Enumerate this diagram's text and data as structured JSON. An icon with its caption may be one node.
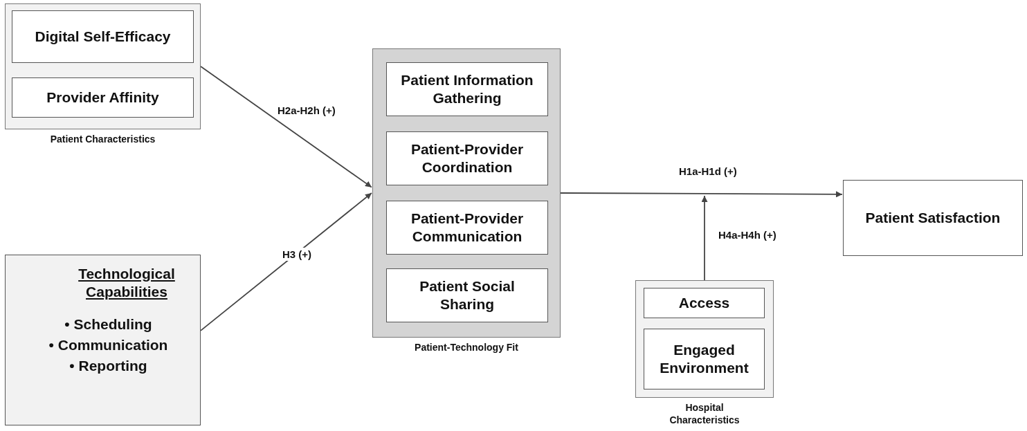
{
  "diagram": {
    "nodes": [
      {
        "text": [
          "Patient Characteristics"
        ]
      },
      {
        "text": [
          "Digital Self-Efficacy"
        ],
        "in": 0
      },
      {
        "text": [
          "Provider Affinity"
        ],
        "in": 0
      },
      {
        "text": [
          "Technological Capabilities",
          "• Scheduling",
          "• Communication",
          "• Reporting"
        ]
      },
      {
        "text": [
          "Patient-Technology Fit"
        ]
      },
      {
        "text": [
          "Patient Information Gathering"
        ],
        "in": 4
      },
      {
        "text": [
          "Patient-Provider Coordination"
        ],
        "in": 4
      },
      {
        "text": [
          "Patient-Provider Communication"
        ],
        "in": 4
      },
      {
        "text": [
          "Patient Social Sharing"
        ],
        "in": 4
      },
      {
        "text": [
          "Patient Satisfaction"
        ]
      },
      {
        "text": [
          "Hospital Characteristics"
        ]
      },
      {
        "text": [
          "Access"
        ],
        "in": 10
      },
      {
        "text": [
          "Engaged Environment"
        ],
        "in": 10
      }
    ],
    "edges": [
      {
        "from": 0,
        "to": 4,
        "arrow": "to",
        "label": "H2a-H2h (+)"
      },
      {
        "from": 3,
        "to": 4,
        "arrow": "to",
        "label": "H3 (+)"
      },
      {
        "from": 4,
        "to": 9,
        "arrow": "to",
        "label": "H1a-H1d (+)"
      },
      {
        "from": 10,
        "to": null,
        "arrow": "to",
        "label": "H4a-H4h (+)"
      }
    ]
  }
}
